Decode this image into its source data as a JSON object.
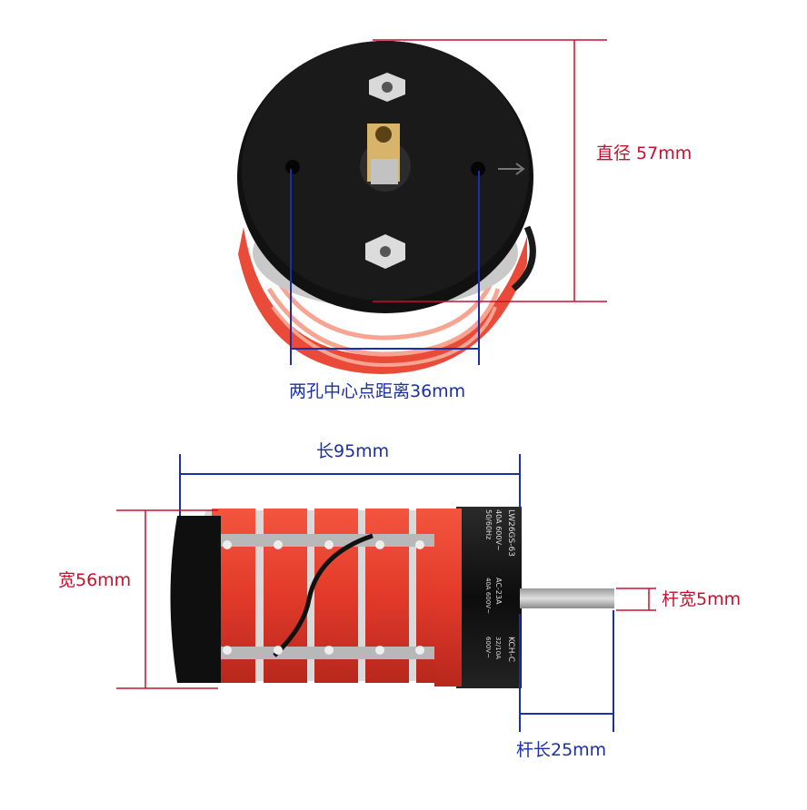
{
  "labels": {
    "diameter": "直径 57mm",
    "hole_distance": "两孔中心点距离36mm",
    "length": "长95mm",
    "width": "宽56mm",
    "shaft_width": "杆宽5mm",
    "shaft_length": "杆长25mm"
  },
  "product_print": {
    "model": "LW26GS-63",
    "line1": "40A 600V~",
    "line2": "50/60Hz",
    "line3": "AC-23A",
    "line4": "40A 600V~",
    "line5": "32/10A",
    "line6": "600V~",
    "brand": "KCH-C"
  },
  "colors": {
    "red_dim": "#c8102e",
    "blue_dim": "#1a2fa8",
    "switch_red": "#e8402d",
    "body_black": "#121212"
  }
}
